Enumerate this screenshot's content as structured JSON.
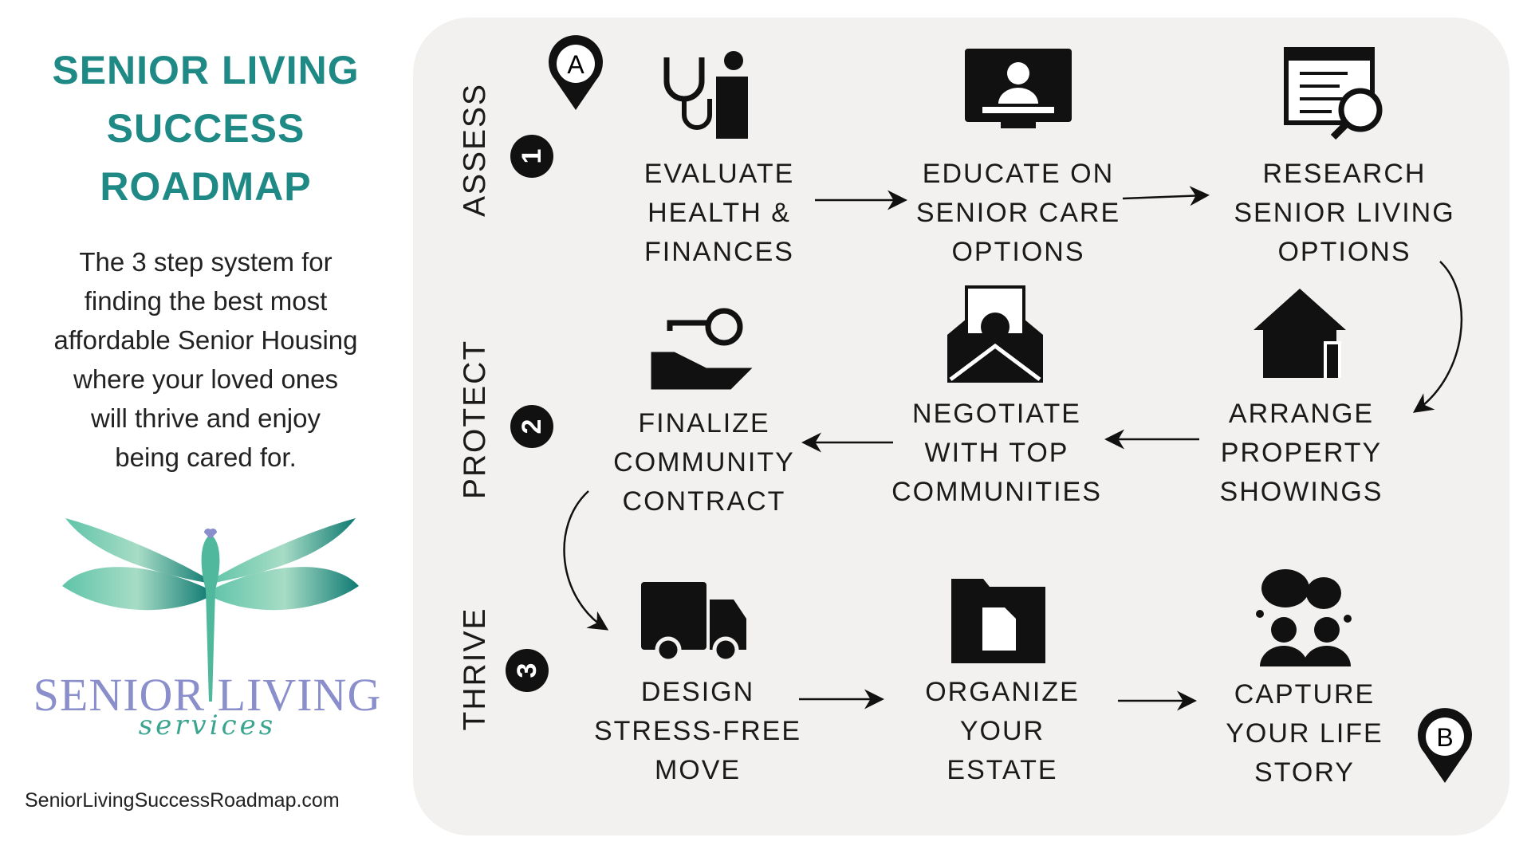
{
  "title_lines": [
    "SENIOR LIVING",
    "SUCCESS",
    "ROADMAP"
  ],
  "description_lines": [
    "The 3 step system for",
    "finding the best most",
    "affordable Senior Housing",
    "where your loved ones",
    "will thrive and enjoy",
    "being cared for."
  ],
  "logo": {
    "name": "SENIOR LIVING",
    "tagline": "services"
  },
  "website": "SeniorLivingSuccessRoadmap.com",
  "colors": {
    "title": "#1f8a85",
    "logo_purple": "#8a8fcc",
    "panel": "#f3f1ef"
  },
  "pins": {
    "start": "A",
    "end": "B"
  },
  "phases": [
    {
      "label": "ASSESS",
      "number": "1",
      "steps": [
        {
          "icon": "doctor-stethoscope-icon",
          "lines": [
            "EVALUATE",
            "HEALTH &",
            "FINANCES"
          ]
        },
        {
          "icon": "video-presentation-icon",
          "lines": [
            "EDUCATE ON",
            "SENIOR CARE",
            "OPTIONS"
          ]
        },
        {
          "icon": "checklist-magnifier-icon",
          "lines": [
            "RESEARCH",
            "SENIOR LIVING",
            "OPTIONS"
          ]
        }
      ]
    },
    {
      "label": "PROTECT",
      "number": "2",
      "steps": [
        {
          "icon": "hand-key-icon",
          "lines": [
            "FINALIZE",
            "COMMUNITY",
            "CONTRACT"
          ]
        },
        {
          "icon": "envelope-money-icon",
          "lines": [
            "NEGOTIATE",
            "WITH TOP",
            "COMMUNITIES"
          ]
        },
        {
          "icon": "house-icon",
          "lines": [
            "ARRANGE",
            "PROPERTY",
            "SHOWINGS"
          ]
        }
      ]
    },
    {
      "label": "THRIVE",
      "number": "3",
      "steps": [
        {
          "icon": "truck-icon",
          "lines": [
            "DESIGN",
            "STRESS-FREE",
            "MOVE"
          ]
        },
        {
          "icon": "folder-document-icon",
          "lines": [
            "ORGANIZE",
            "YOUR",
            "ESTATE"
          ]
        },
        {
          "icon": "people-chat-icon",
          "lines": [
            "CAPTURE",
            "YOUR LIFE",
            "STORY"
          ]
        }
      ]
    }
  ]
}
